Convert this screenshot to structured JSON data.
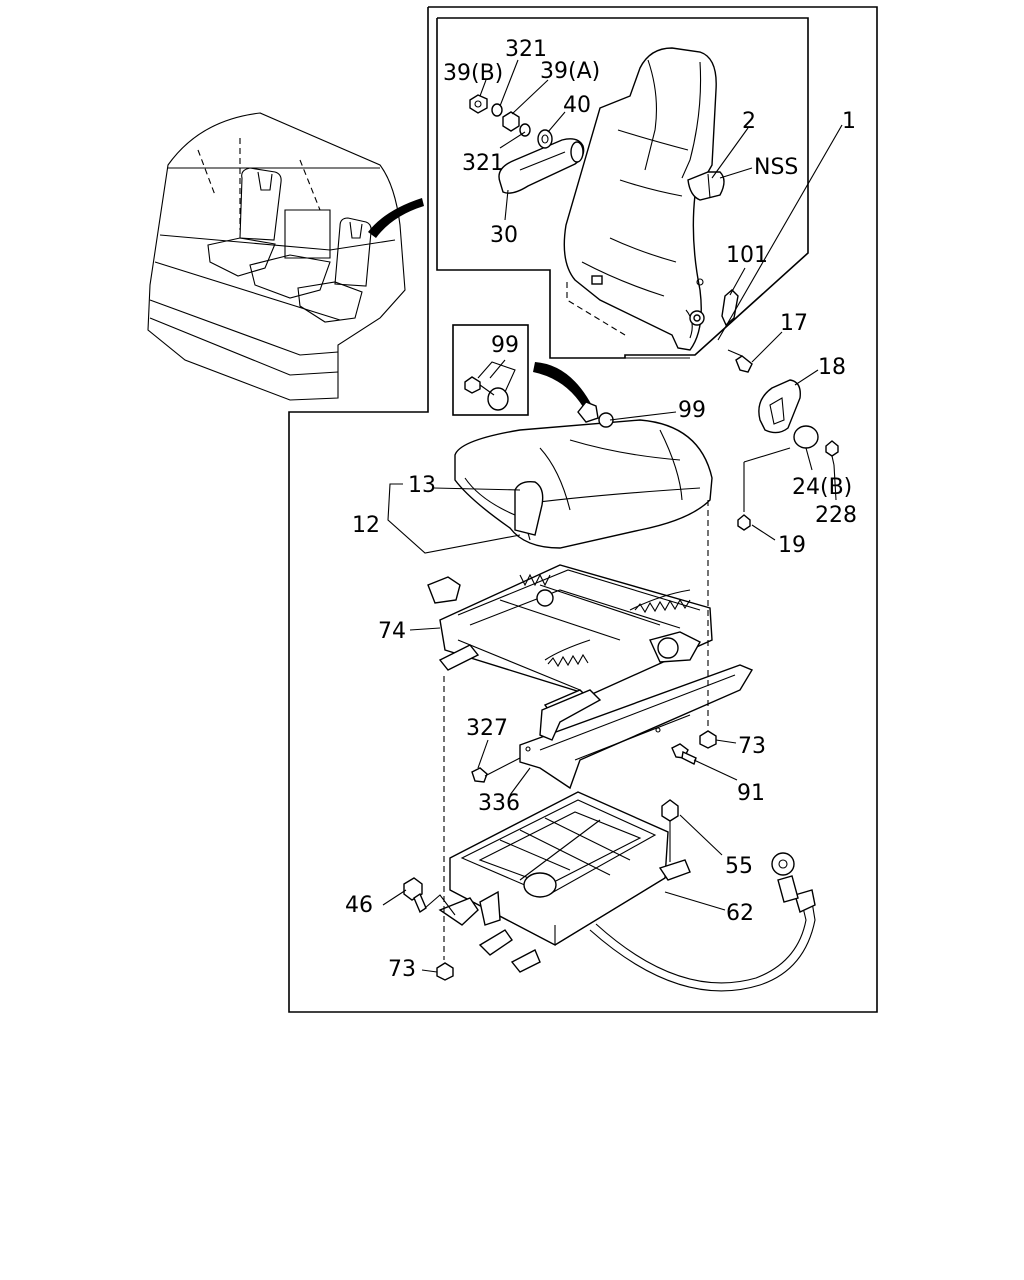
{
  "diagram": {
    "callouts": [
      {
        "id": "1",
        "text": "1"
      },
      {
        "id": "2",
        "text": "2"
      },
      {
        "id": "nss",
        "text": "NSS"
      },
      {
        "id": "321a",
        "text": "321"
      },
      {
        "id": "39b",
        "text": "39(B)"
      },
      {
        "id": "39a",
        "text": "39(A)"
      },
      {
        "id": "40",
        "text": "40"
      },
      {
        "id": "321b",
        "text": "321"
      },
      {
        "id": "30",
        "text": "30"
      },
      {
        "id": "101",
        "text": "101"
      },
      {
        "id": "17",
        "text": "17"
      },
      {
        "id": "18",
        "text": "18"
      },
      {
        "id": "24b",
        "text": "24(B)"
      },
      {
        "id": "228",
        "text": "228"
      },
      {
        "id": "19",
        "text": "19"
      },
      {
        "id": "99box",
        "text": "99"
      },
      {
        "id": "99",
        "text": "99"
      },
      {
        "id": "13",
        "text": "13"
      },
      {
        "id": "12",
        "text": "12"
      },
      {
        "id": "74",
        "text": "74"
      },
      {
        "id": "327",
        "text": "327"
      },
      {
        "id": "73a",
        "text": "73"
      },
      {
        "id": "336",
        "text": "336"
      },
      {
        "id": "91",
        "text": "91"
      },
      {
        "id": "55",
        "text": "55"
      },
      {
        "id": "46",
        "text": "46"
      },
      {
        "id": "62",
        "text": "62"
      },
      {
        "id": "73b",
        "text": "73"
      }
    ]
  }
}
